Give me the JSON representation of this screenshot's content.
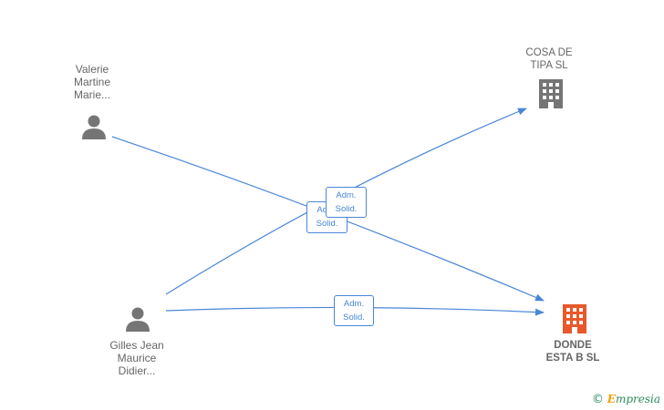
{
  "persons": [
    {
      "name": "Valerie\nMartine\nMarie..."
    },
    {
      "name": "Gilles Jean\nMaurice\nDidier..."
    }
  ],
  "companies": [
    {
      "name": "COSA DE\nTIPA  SL",
      "color": "#757575"
    },
    {
      "name": "DONDE\nESTA B  SL",
      "color": "#e8582a"
    }
  ],
  "edges": [
    {
      "label": "Adm.\nSolid."
    },
    {
      "label": "Adm.\nSolid."
    },
    {
      "label": "Adm.\nSolid."
    }
  ],
  "brand": {
    "symbol": "©",
    "name": "mpresia",
    "initial": "E"
  },
  "colors": {
    "edge": "#4a86d8",
    "person_icon": "#757575"
  }
}
